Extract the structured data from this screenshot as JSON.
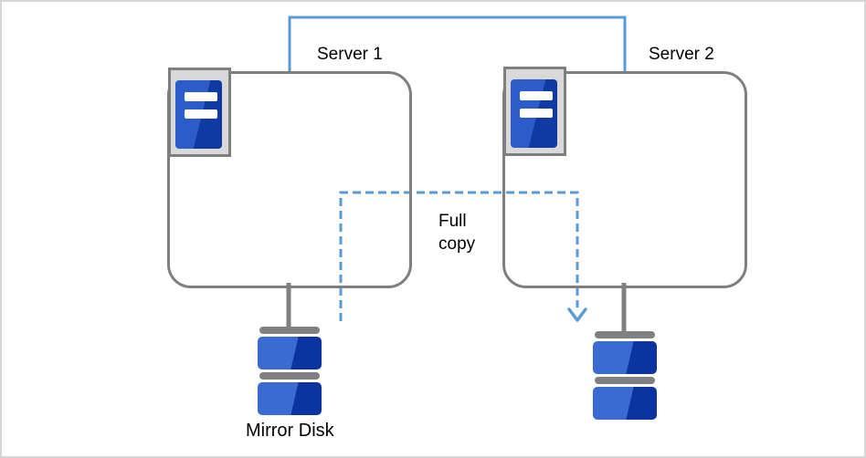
{
  "colors": {
    "canvas_border": "#D6D6D6",
    "connector_blue": "#5B9BD5",
    "outline_gray": "#7F7F7F",
    "stem_gray": "#808080",
    "icon_frame_bg": "#D9D9D9",
    "server_blue_light": "#2C5CC9",
    "server_blue_dark": "#0E3AA2",
    "disk_blue_light": "#3A6BD0",
    "disk_blue_dark": "#0B34A0",
    "label_color": "#000000"
  },
  "diagram": {
    "server1": {
      "label": "Server 1"
    },
    "server2": {
      "label": "Server 2"
    },
    "full_copy_label": "Full\ncopy",
    "mirror_disk_label": "Mirror Disk"
  }
}
